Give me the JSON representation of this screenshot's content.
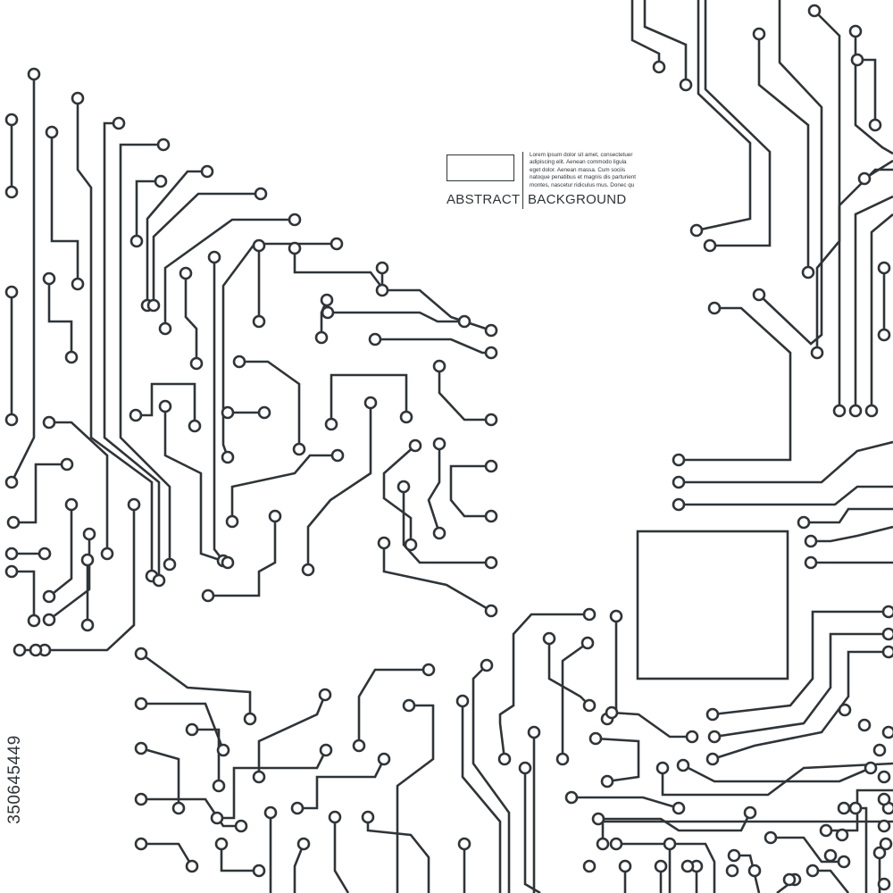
{
  "title_block": {
    "body_text": "Lorem ipsum dolor sit amet, consectetuer adipiscing elit. Aenean commodo ligula eget dolor. Aenean massa. Cum sociis natoque penatibus et magnis dis parturient montes, nascetur ridiculus mus. Donec qu",
    "word_left": "ABSTRACT",
    "word_right": "BACKGROUND"
  },
  "side_id": "350645449",
  "colors": {
    "line": "#2f3438",
    "background": "#ffffff"
  }
}
